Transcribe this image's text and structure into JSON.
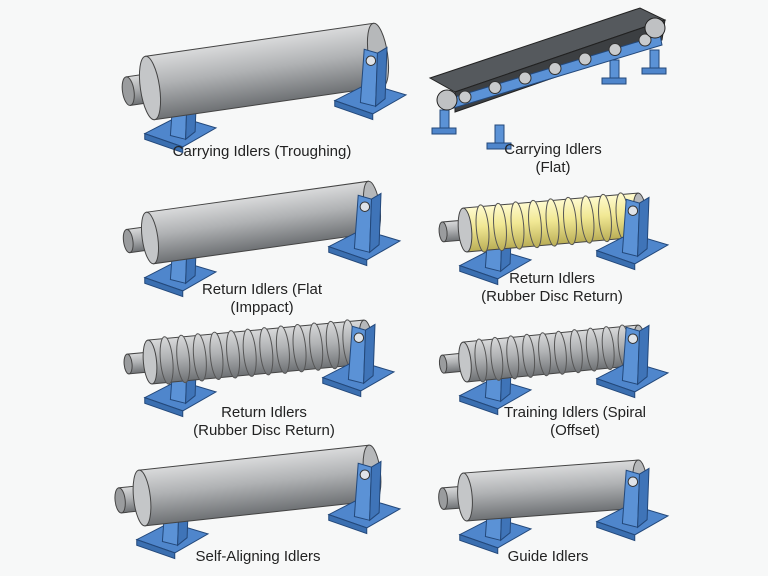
{
  "colors": {
    "bracket": "#5b92d6",
    "roller": "#a9abad",
    "rubber": "#f3eb9a",
    "belt": "#3c3f42"
  },
  "panels": [
    {
      "id": "carrying-troughing",
      "line1": "Carrying Idlers (Troughing)",
      "line2": "",
      "type": "plain"
    },
    {
      "id": "carrying-flat",
      "line1": "Carrying Idlers",
      "line2": "(Flat)",
      "type": "conveyor"
    },
    {
      "id": "return-flat-impact",
      "line1": "Return Idlers (Flat",
      "line2": "(Imppact)",
      "type": "plain"
    },
    {
      "id": "return-rubber-disc-1",
      "line1": "Return Idlers",
      "line2": "(Rubber Disc Return)",
      "type": "yellow-spiral"
    },
    {
      "id": "return-rubber-disc-2",
      "line1": "Return Idlers",
      "line2": "(Rubber Disc Return)",
      "type": "spiral"
    },
    {
      "id": "training-spiral-offset",
      "line1": "Training Idlers (Spiral",
      "line2": "(Offset)",
      "type": "spiral"
    },
    {
      "id": "self-aligning",
      "line1": "Self-Aligning Idlers",
      "line2": "",
      "type": "plain"
    },
    {
      "id": "guide",
      "line1": "Guide Idlers",
      "line2": "",
      "type": "plain"
    }
  ]
}
